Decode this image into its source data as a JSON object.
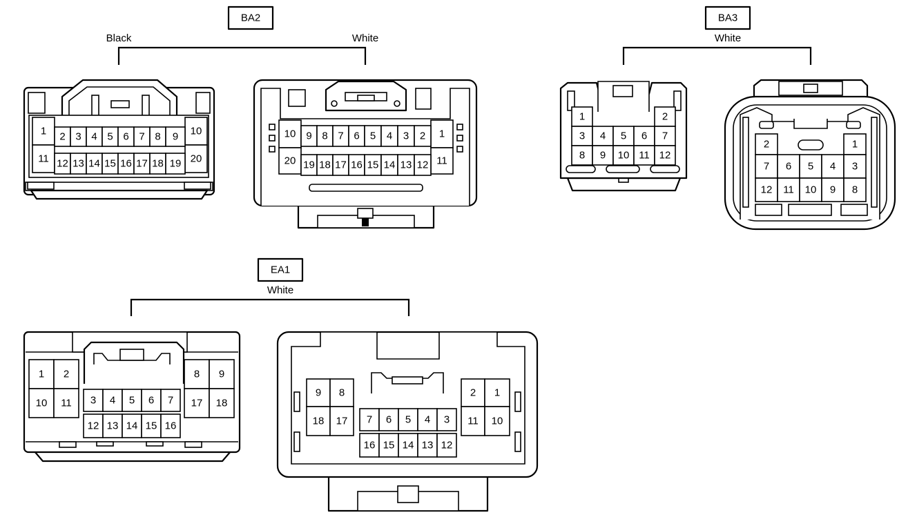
{
  "groups": [
    {
      "id": "BA2",
      "name": "BA2",
      "colors": [
        "Black",
        "White"
      ]
    },
    {
      "id": "BA3",
      "name": "BA3",
      "colors": [
        "White"
      ]
    },
    {
      "id": "EA1",
      "name": "EA1",
      "colors": [
        "White"
      ]
    }
  ],
  "pins": {
    "ba2_black": [
      "1",
      "2",
      "3",
      "4",
      "5",
      "6",
      "7",
      "8",
      "9",
      "10",
      "11",
      "12",
      "13",
      "14",
      "15",
      "16",
      "17",
      "18",
      "19",
      "20"
    ],
    "ba2_white": [
      "10",
      "9",
      "8",
      "7",
      "6",
      "5",
      "4",
      "3",
      "2",
      "1",
      "20",
      "19",
      "18",
      "17",
      "16",
      "15",
      "14",
      "13",
      "12",
      "11"
    ],
    "ba3_left": [
      "1",
      "2",
      "3",
      "4",
      "5",
      "6",
      "7",
      "8",
      "9",
      "10",
      "11",
      "12"
    ],
    "ba3_right": [
      "2",
      "1",
      "7",
      "6",
      "5",
      "4",
      "3",
      "12",
      "11",
      "10",
      "9",
      "8"
    ],
    "ea1_left": [
      "1",
      "2",
      "10",
      "11",
      "3",
      "4",
      "5",
      "6",
      "7",
      "12",
      "13",
      "14",
      "15",
      "16",
      "8",
      "9",
      "17",
      "18"
    ],
    "ea1_right": [
      "9",
      "8",
      "18",
      "17",
      "7",
      "6",
      "5",
      "4",
      "3",
      "16",
      "15",
      "14",
      "13",
      "12",
      "2",
      "1",
      "11",
      "10"
    ]
  }
}
